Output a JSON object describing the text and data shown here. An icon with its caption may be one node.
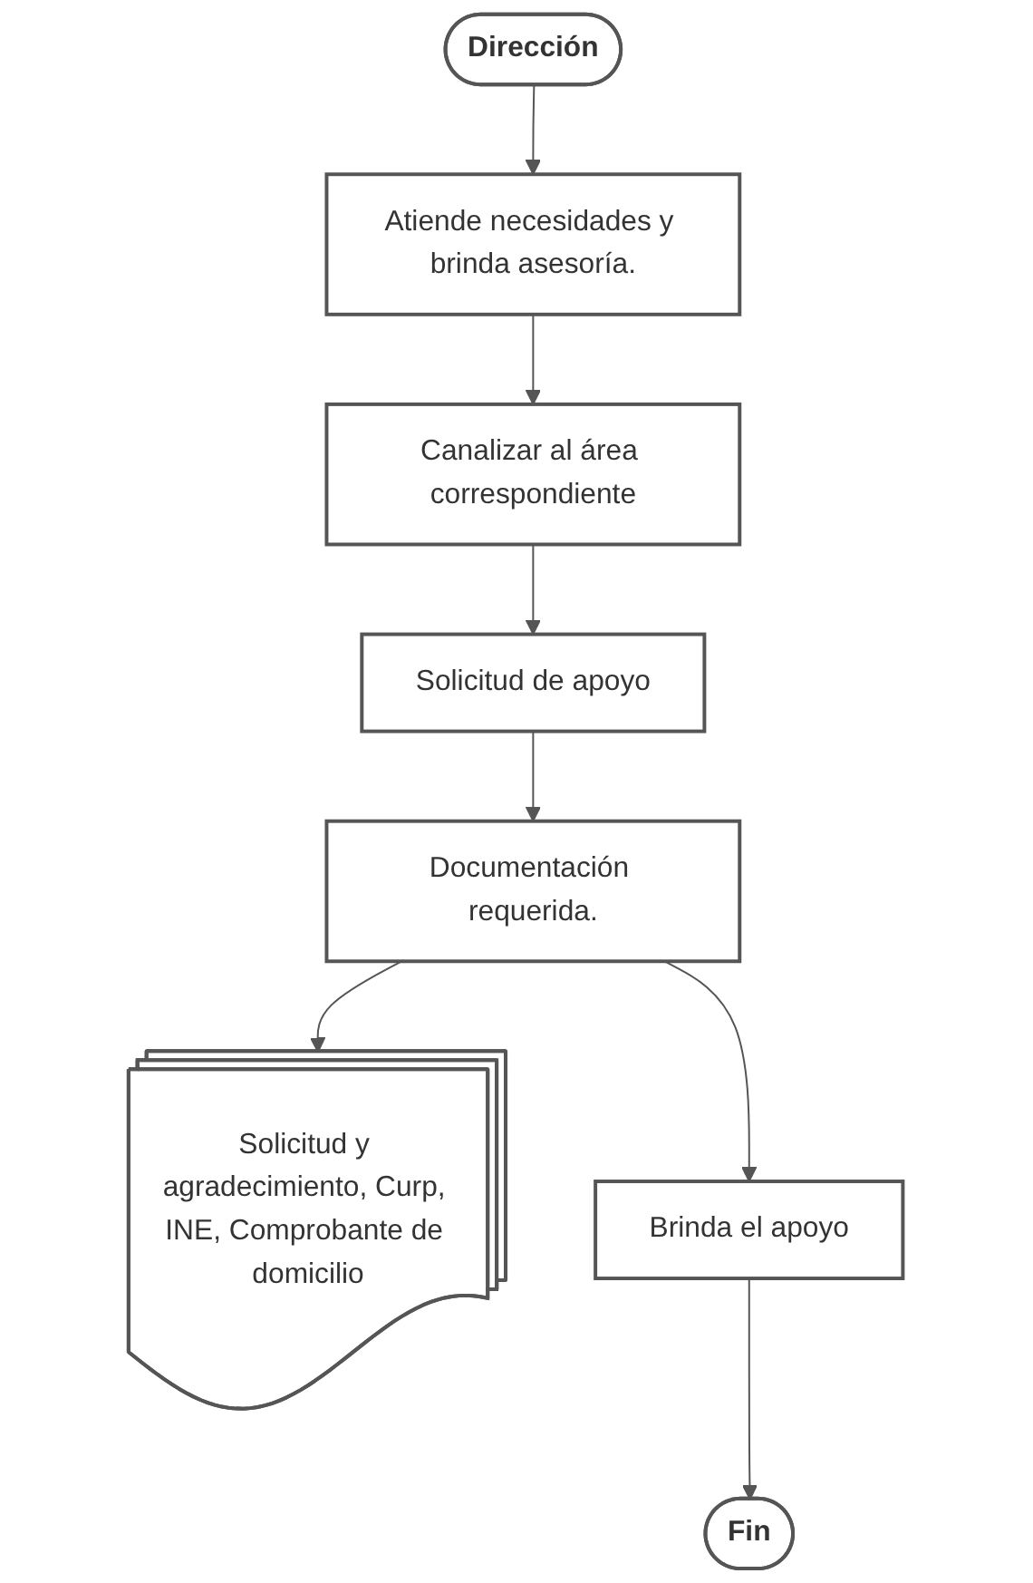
{
  "diagram": {
    "nodes": [
      {
        "text": [
          "Dirección"
        ]
      },
      {
        "text": [
          "Atiende necesidades y brinda asesoría."
        ]
      },
      {
        "text": [
          "Canalizar al área correspondiente"
        ]
      },
      {
        "text": [
          "Solicitud de apoyo"
        ]
      },
      {
        "text": [
          "Documentación requerida."
        ]
      },
      {
        "text": [
          "Solicitud y agradecimiento, Curp, INE, Comprobante de domicilio"
        ]
      },
      {
        "text": [
          "Brinda el apoyo"
        ]
      },
      {
        "text": [
          "Fin"
        ]
      }
    ],
    "edges": [
      {
        "from": 0,
        "to": 1,
        "arrow": "to"
      },
      {
        "from": 1,
        "to": 2,
        "arrow": "to"
      },
      {
        "from": 2,
        "to": 3,
        "arrow": "to"
      },
      {
        "from": 3,
        "to": 4,
        "arrow": "to"
      },
      {
        "from": 4,
        "to": 5,
        "arrow": "to"
      },
      {
        "from": 4,
        "to": 6,
        "arrow": "to"
      },
      {
        "from": 6,
        "to": 7,
        "arrow": "to"
      }
    ]
  }
}
